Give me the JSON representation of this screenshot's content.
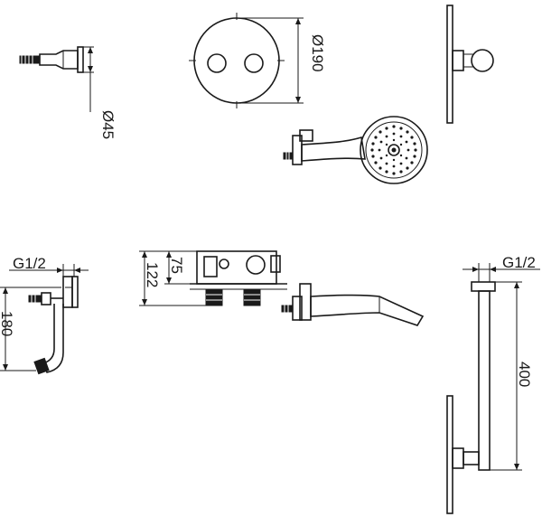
{
  "dimensions": {
    "escutcheon_diameter": "Ø190",
    "elbow_diameter": "Ø45",
    "spout_height": "75",
    "box_depth": "122",
    "thread_left": "G1/2",
    "thread_right": "G1/2",
    "spout_length": "180",
    "riser_length": "400"
  }
}
